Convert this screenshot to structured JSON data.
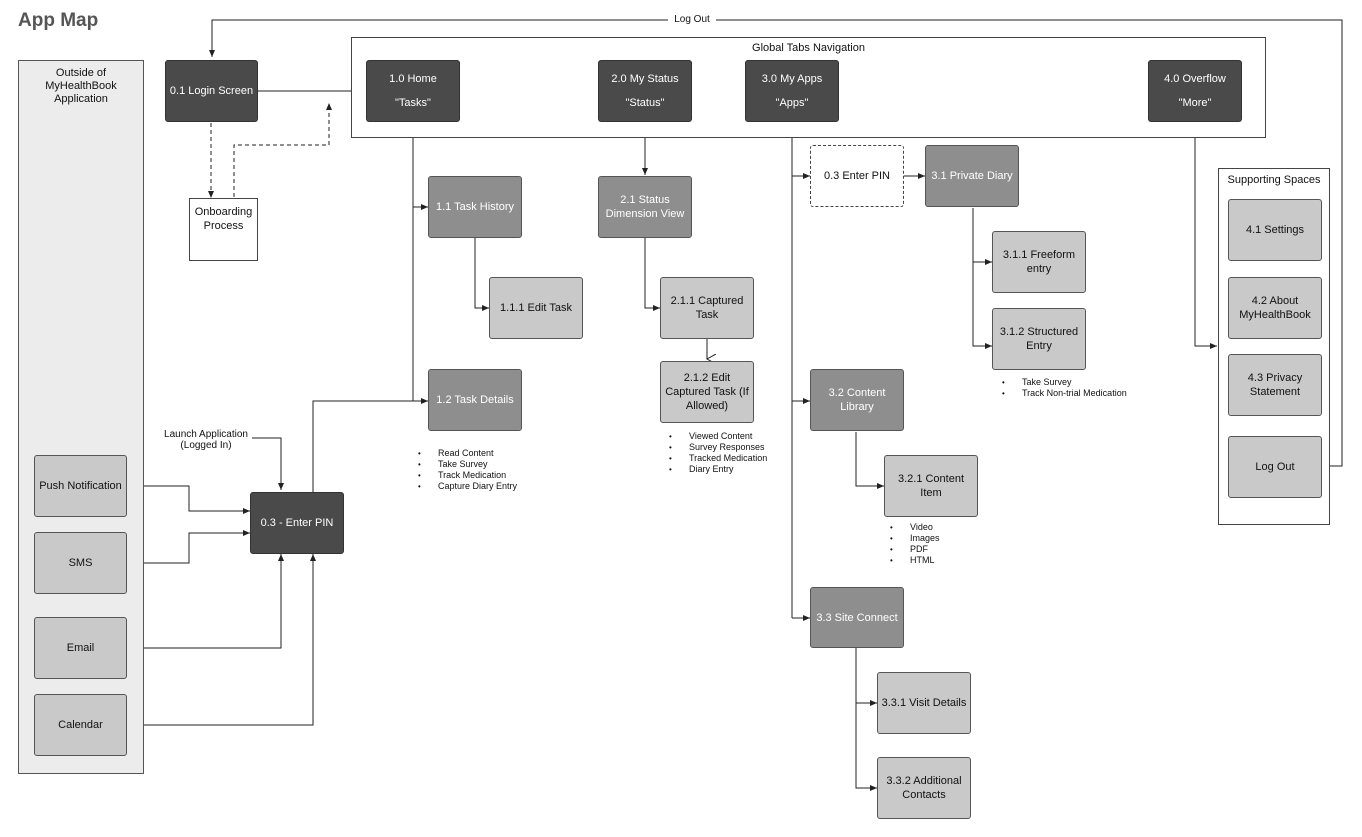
{
  "title": "App Map",
  "log_out_link": "Log Out",
  "outside": {
    "label": "Outside of MyHealthBook Application"
  },
  "global_tabs": {
    "label": "Global Tabs Navigation"
  },
  "supporting": {
    "label": "Supporting Spaces"
  },
  "nodes": {
    "login": "0.1 Login Screen",
    "onboarding": "Onboarding Process",
    "home_title": "1.0 Home",
    "home_sub": "\"Tasks\"",
    "status_title": "2.0 My Status",
    "status_sub": "\"Status\"",
    "apps_title": "3.0 My Apps",
    "apps_sub": "\"Apps\"",
    "overflow_title": "4.0 Overflow",
    "overflow_sub": "\"More\"",
    "task_history": "1.1 Task History",
    "edit_task": "1.1.1 Edit Task",
    "task_details": "1.2 Task Details",
    "status_dim": "2.1 Status Dimension View",
    "captured_task": "2.1.1 Captured Task",
    "edit_captured": "2.1.2 Edit Captured Task (If Allowed)",
    "enter_pin_dashed": "0.3 Enter PIN",
    "private_diary": "3.1 Private Diary",
    "freeform": "3.1.1 Freeform entry",
    "structured": "3.1.2 Structured Entry",
    "content_library": "3.2  Content Library",
    "content_item": "3.2.1 Content Item",
    "site_connect": "3.3  Site Connect",
    "visit_details": "3.3.1 Visit Details",
    "additional_contacts": "3.3.2 Additional Contacts",
    "settings": "4.1 Settings",
    "about": "4.2 About MyHealthBook",
    "privacy": "4.3 Privacy Statement",
    "logout": "Log Out",
    "push": "Push Notification",
    "sms": "SMS",
    "email": "Email",
    "calendar": "Calendar",
    "enter_pin_main": "0.3 - Enter PIN",
    "launch_label": "Launch Application (Logged In)"
  },
  "lists": {
    "task_details": [
      "Read Content",
      "Take Survey",
      "Track Medication",
      "Capture Diary Entry"
    ],
    "edit_captured": [
      "Viewed Content",
      "Survey Responses",
      "Tracked Medication",
      "Diary Entry"
    ],
    "structured": [
      "Take Survey",
      "Track Non-trial Medication"
    ],
    "content_item": [
      "Video",
      "Images",
      "PDF",
      "HTML"
    ]
  },
  "colors": {
    "dark": "#4a4a4a",
    "mid": "#8e8e8e",
    "light": "#c9c9c9",
    "panel": "#ececec"
  }
}
